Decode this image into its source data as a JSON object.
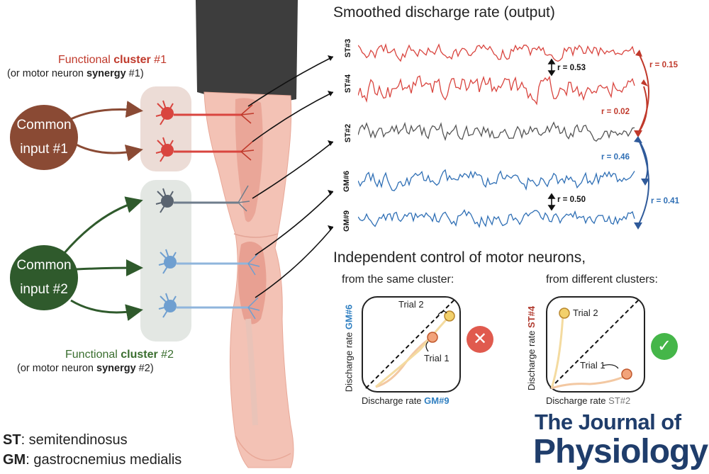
{
  "title": "Smoothed discharge rate (output)",
  "common_inputs": [
    {
      "line1": "Common",
      "line2": "input #1",
      "color": "#8a4a34"
    },
    {
      "line1": "Common",
      "line2": "input #2",
      "color": "#2f5a2c"
    }
  ],
  "cluster1": {
    "pre": "Functional ",
    "key": "cluster",
    "num": " #1",
    "sub_pre": "(or motor neuron ",
    "sub_key": "synergy",
    "sub_num": " #1)",
    "color": "#c0392b"
  },
  "cluster2": {
    "pre": "Functional ",
    "key": "cluster",
    "num": " #2",
    "sub_pre": "(or motor neuron ",
    "sub_key": "synergy",
    "sub_num": " #2)",
    "color": "#3a6e2f"
  },
  "traces": [
    {
      "label": "ST#3",
      "color": "#d9453f"
    },
    {
      "label": "ST#4",
      "color": "#d9453f"
    },
    {
      "label": "ST#2",
      "color": "#555555"
    },
    {
      "label": "GM#6",
      "color": "#2f6fb5"
    },
    {
      "label": "GM#9",
      "color": "#2f6fb5"
    }
  ],
  "correlations": {
    "st3_st4": "r = 0.53",
    "gm6_gm9": "r = 0.50",
    "st3_st2": "r = 0.15",
    "st4_st2": "r = 0.02",
    "st2_gm6": "r = 0.46",
    "st2_gm9": "r = 0.41"
  },
  "independent": {
    "heading": "Independent control of motor neurons,",
    "same": "from the same cluster:",
    "different": "from different clusters:"
  },
  "plot_same": {
    "ylabel_pre": "Discharge rate ",
    "ylabel_key": "GM#6",
    "xlabel_pre": "Discharge rate ",
    "xlabel_key": "GM#9",
    "trial2": "Trial 2",
    "trial1": "Trial 1",
    "key_color": "#2f7fc1",
    "badge_icon": "cross-icon",
    "badge_glyph": "✕",
    "badge_color": "#e05a4e"
  },
  "plot_diff": {
    "ylabel_pre": "Discharge rate ",
    "ylabel_key": "ST#4",
    "xlabel_pre": "Discharge rate ",
    "xlabel_key": "ST#2",
    "trial2": "Trial 2",
    "trial1": "Trial 1",
    "ykey_color": "#b03a2e",
    "xkey_color": "#777777",
    "badge_icon": "check-icon",
    "badge_glyph": "✓",
    "badge_color": "#45b649"
  },
  "legend": [
    {
      "abbr": "ST",
      "desc": ": semitendinosus"
    },
    {
      "abbr": "GM",
      "desc": ": gastrocnemius medialis"
    }
  ],
  "journal": {
    "line1": "The Journal of",
    "line2": "Physiology"
  }
}
